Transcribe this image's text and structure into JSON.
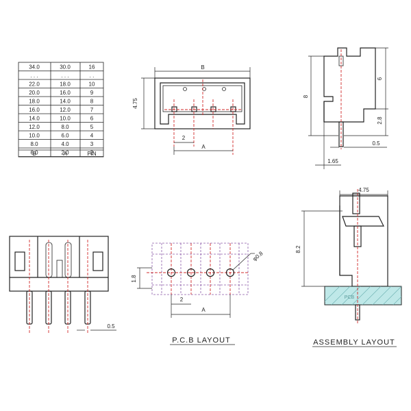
{
  "colors": {
    "line": "#222222",
    "centerline": "#d12a2a",
    "pcb_grid": "#8a5aa8",
    "pcb_fill": "#bfe8e8",
    "pin": "#f3d8c8"
  },
  "table": {
    "headers": [
      "B",
      "A",
      "PIN"
    ],
    "rows": [
      [
        "34.0",
        "30.0",
        "16"
      ],
      [
        ". . .",
        ". . .",
        ". ."
      ],
      [
        "22.0",
        "18.0",
        "10"
      ],
      [
        "20.0",
        "16.0",
        "9"
      ],
      [
        "18.0",
        "14.0",
        "8"
      ],
      [
        "16.0",
        "12.0",
        "7"
      ],
      [
        "14.0",
        "10.0",
        "6"
      ],
      [
        "12.0",
        "8.0",
        "5"
      ],
      [
        "10.0",
        "6.0",
        "4"
      ],
      [
        "8.0",
        "4.0",
        "3"
      ],
      [
        "6.0",
        "2.0",
        "2"
      ]
    ]
  },
  "top_view": {
    "dim_b": "B",
    "dim_height": "4.75",
    "dim_pitch": "2",
    "dim_a": "A"
  },
  "side_view": {
    "dim_total": "8",
    "dim_upper": "6",
    "dim_lower": "2.8",
    "dim_pin": "0.5",
    "dim_offset": "1.65"
  },
  "front_view": {
    "dim_pin": "0.5"
  },
  "pcb_layout": {
    "title": "P.C.B LAYOUT",
    "dim_hole": "φ0.8",
    "dim_pitch": "2",
    "dim_a": "A",
    "dim_row": "1.8"
  },
  "assembly": {
    "title": "ASSEMBLY LAYOUT",
    "dim_width": "4.75",
    "dim_height": "8.2",
    "board_label": "PCB"
  }
}
